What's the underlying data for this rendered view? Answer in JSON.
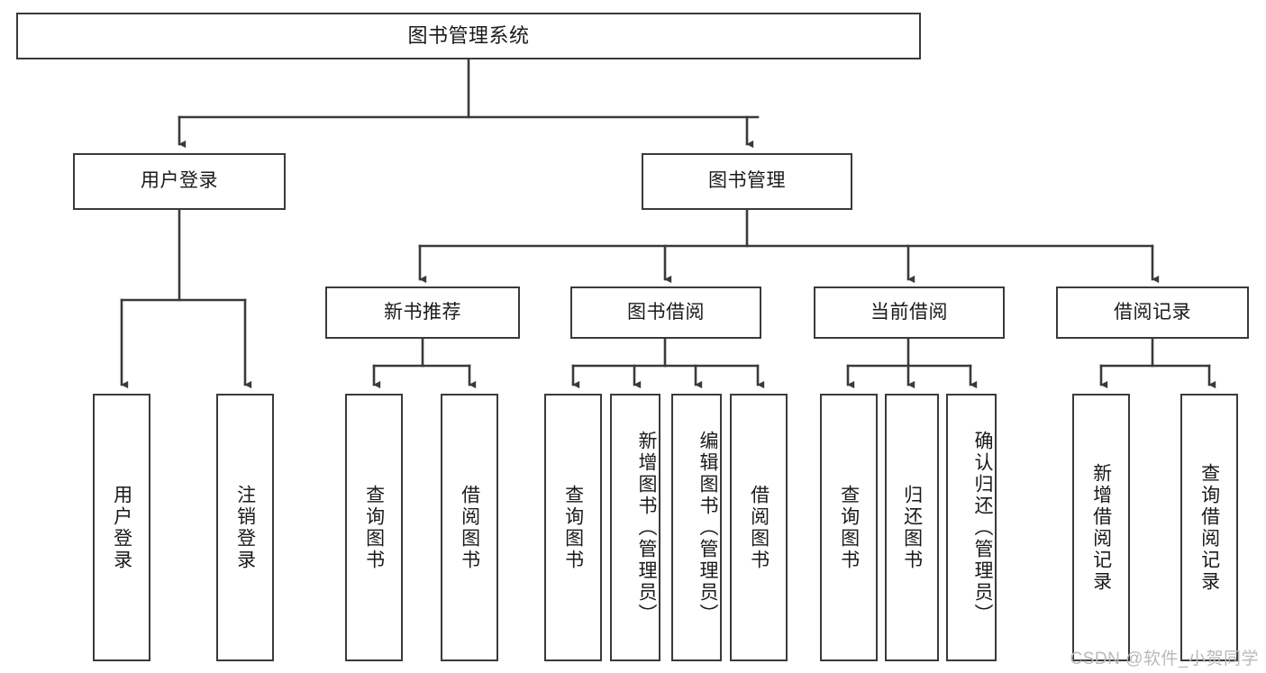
{
  "diagram": {
    "title": "图书管理系统",
    "watermark": "CSDN @软件_小贺同学",
    "colors": {
      "stroke": "#3a3a3a",
      "background": "#ffffff",
      "text": "#1a1a1a",
      "watermark": "#b9b9b9"
    },
    "root": {
      "label": "图书管理系统"
    },
    "level2": [
      {
        "label": "用户登录"
      },
      {
        "label": "图书管理"
      }
    ],
    "level3": [
      {
        "label": "新书推荐"
      },
      {
        "label": "图书借阅"
      },
      {
        "label": "当前借阅"
      },
      {
        "label": "借阅记录"
      }
    ],
    "leaves": {
      "user_login": [
        {
          "label": "用户登录"
        },
        {
          "label": "注销登录"
        }
      ],
      "new_book_recommend": [
        {
          "label": "查询图书"
        },
        {
          "label": "借阅图书"
        }
      ],
      "book_borrow": [
        {
          "label": "查询图书"
        },
        {
          "label": "新增图书（管理员）"
        },
        {
          "label": "编辑图书（管理员）"
        },
        {
          "label": "借阅图书"
        }
      ],
      "current_borrow": [
        {
          "label": "查询图书"
        },
        {
          "label": "归还图书"
        },
        {
          "label": "确认归还（管理员）"
        }
      ],
      "borrow_record": [
        {
          "label": "新增借阅记录"
        },
        {
          "label": "查询借阅记录"
        }
      ]
    }
  }
}
